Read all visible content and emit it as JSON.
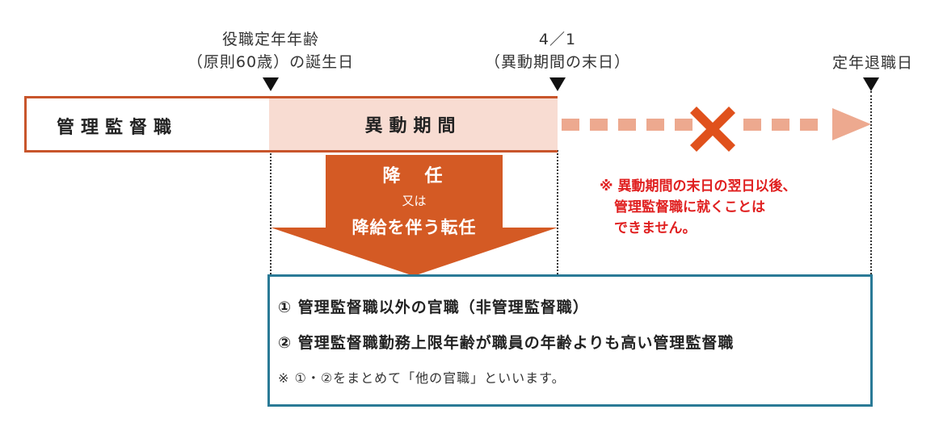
{
  "labels": {
    "retirement_age_birthday_line1": "役職定年年齢",
    "retirement_age_birthday_line2": "（原則60歳）の誕生日",
    "april_first_line1": "4／1",
    "april_first_line2": "（異動期間の末日）",
    "mandatory_retirement_day": "定年退職日"
  },
  "timeline": {
    "management_post": "管理監督職",
    "transfer_period": "異動期間"
  },
  "arrow": {
    "demotion": "降　任",
    "or": "又は",
    "demotion_with_pay_cut": "降給を伴う転任"
  },
  "note": {
    "line1": "※ 異動期間の末日の翌日以後、",
    "line2": "管理監督職に就くことは",
    "line3": "できません。"
  },
  "info": {
    "item1": "① 管理監督職以外の官職（非管理監督職）",
    "item2": "② 管理監督職勤務上限年齢が職員の年齢よりも高い管理監督職",
    "footnote": "※ ①・②をまとめて「他の官職」といいます。"
  },
  "colors": {
    "accent_orange": "#d45a24",
    "border_orange": "#c8552b",
    "light_pink": "#f8dcd2",
    "dash_salmon": "#eda98f",
    "red_text": "#e02020",
    "teal_border": "#2a7a96"
  },
  "icons": [
    "down-triangle-marker-icon",
    "cross-x-icon",
    "down-arrow-icon"
  ]
}
